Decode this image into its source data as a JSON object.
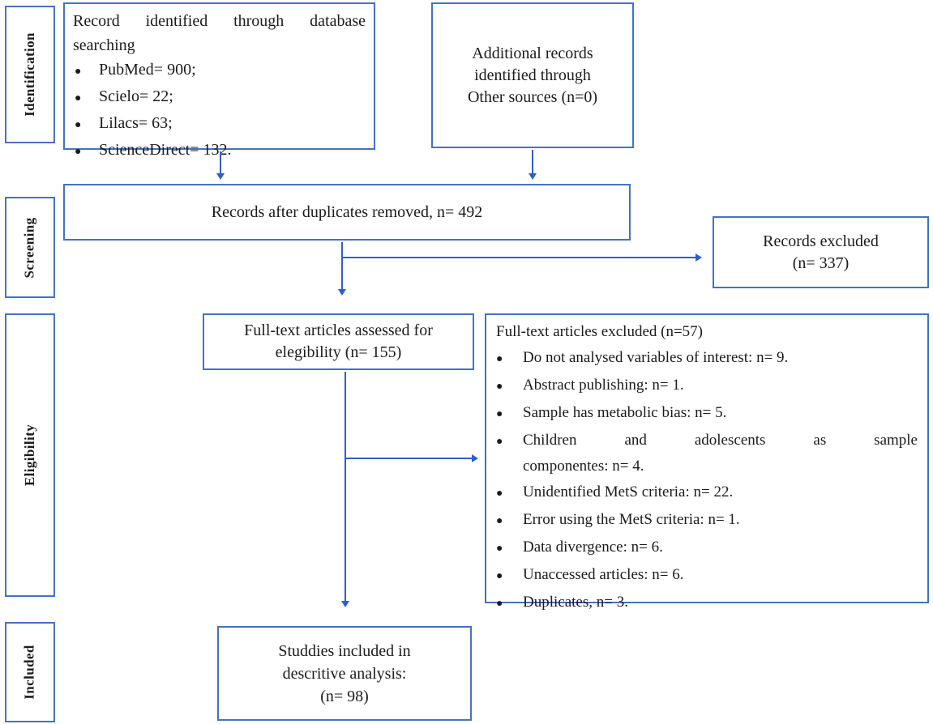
{
  "stages": [
    {
      "label": "Identification"
    },
    {
      "label": "Screening"
    },
    {
      "label": "Eligibility"
    },
    {
      "label": "Included"
    }
  ],
  "boxes": {
    "database_search": {
      "line1": "Record identified through database",
      "line2": "searching",
      "items": [
        "PubMed= 900;",
        "Scielo= 22;",
        "Lilacs= 63;",
        "ScienceDirect= 132."
      ]
    },
    "other_sources": {
      "lines": [
        "Additional records",
        "identified through",
        "Other sources (n=0)"
      ]
    },
    "duplicates_removed": {
      "text": "Records after duplicates removed, n= 492"
    },
    "records_excluded": {
      "lines": [
        "Records excluded",
        "(n= 337)"
      ]
    },
    "fulltext_assessed": {
      "lines": [
        "Full-text articles assessed for",
        "elegibility (n= 155)"
      ]
    },
    "fulltext_excluded": {
      "title": "Full-text articles excluded (n=57)",
      "items_before": [
        "Do not analysed variables of interest: n= 9.",
        "Abstract publishing: n= 1.",
        "Sample has metabolic bias: n= 5."
      ],
      "wrapped_item": {
        "line1": "Children and adolescents as sample",
        "line2": "componentes: n= 4."
      },
      "items_after": [
        "Unidentified MetS criteria: n= 22.",
        "Error using the MetS criteria: n= 1.",
        "Data divergence: n= 6.",
        "Unaccessed articles: n= 6.",
        "Duplicates, n= 3."
      ]
    },
    "included_studies": {
      "lines": [
        "Studdies included in",
        "descritive analysis:",
        "(n= 98)"
      ]
    }
  },
  "icons": {
    "bullet": "●"
  },
  "colors": {
    "border": "#4472C4",
    "arrow": "#2E5FC9",
    "text": "#1b1b1b",
    "background": "#ffffff"
  }
}
